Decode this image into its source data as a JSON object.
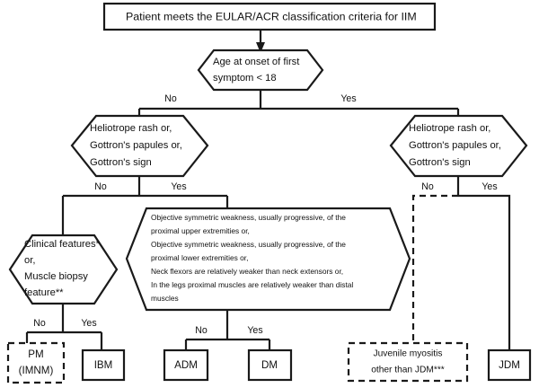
{
  "diagram": {
    "type": "decision-flowchart",
    "title_node": {
      "id": "root",
      "label": "Patient meets the EULAR/ACR classification criteria for IIM",
      "shape": "rectangle",
      "border": "solid"
    },
    "decisions": [
      {
        "id": "age-onset",
        "shape": "hexagon",
        "border": "solid",
        "lines": [
          "Age at onset of first",
          "symptom < 18"
        ],
        "branches": [
          "No",
          "Yes"
        ]
      },
      {
        "id": "skin-signs-left",
        "shape": "hexagon",
        "border": "solid",
        "lines": [
          "Heliotrope rash or,",
          "Gottron's papules or,",
          "Gottron's sign"
        ],
        "branches": [
          "No",
          "Yes"
        ]
      },
      {
        "id": "skin-signs-right",
        "shape": "hexagon",
        "border": "solid",
        "lines": [
          "Heliotrope rash or,",
          "Gottron's papules or,",
          "Gottron's sign"
        ],
        "branches": [
          "No",
          "Yes"
        ]
      },
      {
        "id": "clinical-biopsy",
        "shape": "hexagon",
        "border": "solid",
        "lines": [
          "Clinical features*",
          "or,",
          "Muscle biopsy",
          "feature**"
        ],
        "branches": [
          "No",
          "Yes"
        ]
      },
      {
        "id": "objective-weakness",
        "shape": "hexagon",
        "border": "solid",
        "lines": [
          "Objective symmetric weakness, usually progressive, of the",
          "proximal upper extremities  or,",
          "Objective symmetric weakness, usually progressive, of the",
          "proximal lower extremities or,",
          "Neck flexors are relatively weaker than neck extensors or,",
          "In the legs proximal  muscles are relatively weaker than distal",
          "muscles"
        ],
        "branches": [
          "No",
          "Yes"
        ]
      }
    ],
    "outcomes": [
      {
        "id": "pm-imnm",
        "lines": [
          "PM",
          "(IMNM)"
        ],
        "border": "dashed",
        "shape": "rectangle"
      },
      {
        "id": "ibm",
        "lines": [
          "IBM"
        ],
        "border": "solid",
        "shape": "rectangle"
      },
      {
        "id": "adm",
        "lines": [
          "ADM"
        ],
        "border": "solid",
        "shape": "rectangle"
      },
      {
        "id": "dm",
        "lines": [
          "DM"
        ],
        "border": "solid",
        "shape": "rectangle"
      },
      {
        "id": "juvenile-other",
        "lines": [
          "Juvenile myositis",
          "other than JDM***"
        ],
        "border": "dashed",
        "shape": "rectangle"
      },
      {
        "id": "jdm",
        "lines": [
          "JDM"
        ],
        "border": "solid",
        "shape": "rectangle"
      }
    ],
    "branch_labels": {
      "age_no": "No",
      "age_yes": "Yes",
      "skin_left_no": "No",
      "skin_left_yes": "Yes",
      "skin_right_no": "No",
      "skin_right_yes": "Yes",
      "clinical_no": "No",
      "clinical_yes": "Yes",
      "weakness_no": "No",
      "weakness_yes": "Yes"
    },
    "colors": {
      "stroke": "#1a1a1a",
      "fill": "#ffffff",
      "text": "#111111"
    }
  }
}
